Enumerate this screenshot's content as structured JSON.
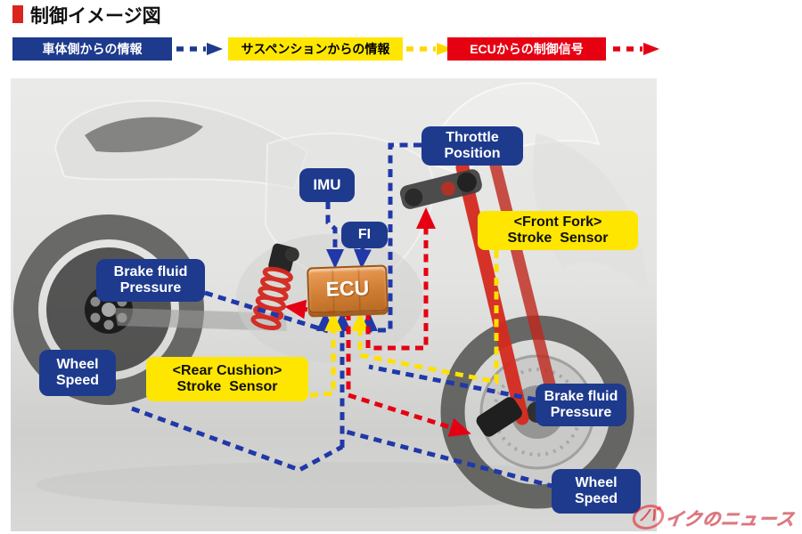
{
  "header": {
    "title": "制御イメージ図"
  },
  "legend": {
    "items": [
      {
        "label": "車体側からの情報",
        "bg": "#1e3a8d",
        "fg": "#ffffff"
      },
      {
        "label": "サスペンションからの情報",
        "bg": "#ffe600",
        "fg": "#000000"
      },
      {
        "label": "ECUからの制御信号",
        "bg": "#e50012",
        "fg": "#ffffff"
      }
    ]
  },
  "diagram": {
    "labels": [
      {
        "id": "throttle-position",
        "type": "vehicle-info",
        "line1": "Throttle",
        "line2": "Position"
      },
      {
        "id": "imu",
        "type": "vehicle-info",
        "line1": "IMU",
        "line2": ""
      },
      {
        "id": "fi",
        "type": "vehicle-info",
        "line1": "FI",
        "line2": ""
      },
      {
        "id": "front-fork-stroke-sensor",
        "type": "suspension",
        "line1": "<Front Fork>",
        "line2": "Stroke  Sensor"
      },
      {
        "id": "brake-fluid-pressure-rear",
        "type": "vehicle-info",
        "line1": "Brake fluid",
        "line2": "Pressure"
      },
      {
        "id": "ecu",
        "type": "controller",
        "line1": "ECU",
        "line2": ""
      },
      {
        "id": "rear-cushion-stroke-sensor",
        "type": "suspension",
        "line1": "<Rear Cushion>",
        "line2": "Stroke  Sensor"
      },
      {
        "id": "wheel-speed-rear",
        "type": "vehicle-info",
        "line1": "Wheel",
        "line2": "Speed"
      },
      {
        "id": "brake-fluid-pressure-front",
        "type": "vehicle-info",
        "line1": "Brake fluid",
        "line2": "Pressure"
      },
      {
        "id": "wheel-speed-front",
        "type": "vehicle-info",
        "line1": "Wheel",
        "line2": "Speed"
      }
    ],
    "connections": [
      {
        "from": "IMU",
        "to": "ECU",
        "type": "vehicle-info"
      },
      {
        "from": "FI",
        "to": "ECU",
        "type": "vehicle-info"
      },
      {
        "from": "Throttle Position",
        "to": "ECU",
        "type": "vehicle-info"
      },
      {
        "from": "Brake fluid Pressure (rear)",
        "to": "ECU",
        "type": "vehicle-info"
      },
      {
        "from": "Wheel Speed (rear)",
        "to": "ECU",
        "type": "vehicle-info"
      },
      {
        "from": "Brake fluid Pressure (front)",
        "to": "ECU",
        "type": "vehicle-info"
      },
      {
        "from": "Wheel Speed (front)",
        "to": "ECU",
        "type": "vehicle-info"
      },
      {
        "from": "<Rear Cushion> Stroke Sensor",
        "to": "ECU",
        "type": "suspension-info"
      },
      {
        "from": "<Front Fork> Stroke Sensor",
        "to": "ECU",
        "type": "suspension-info"
      },
      {
        "from": "ECU",
        "to": "Throttle",
        "type": "control-signal"
      },
      {
        "from": "ECU",
        "to": "Rear cushion",
        "type": "control-signal"
      },
      {
        "from": "ECU",
        "to": "Front brake / fork",
        "type": "control-signal"
      }
    ]
  },
  "watermark": {
    "head": "バ",
    "tail": "イクのニュース"
  },
  "colors": {
    "navy_box": "#1e3a8d",
    "yellow_box": "#ffe600",
    "red_box": "#e50012",
    "ecu_orange": "#d27f35",
    "line_blue": "#2038a8",
    "line_yellow": "#ffe100",
    "line_red": "#e50012",
    "title_marker": "#d9251d"
  }
}
